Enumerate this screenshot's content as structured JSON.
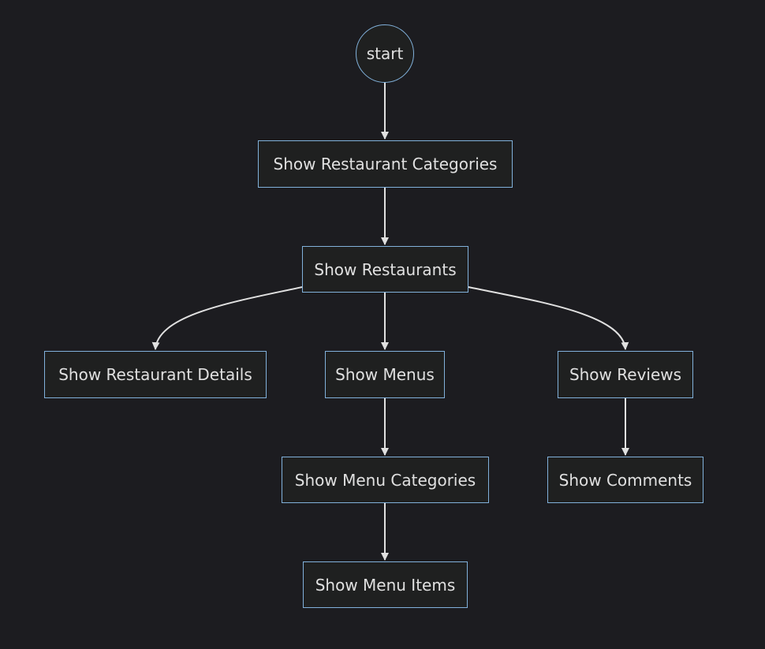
{
  "diagram": {
    "nodes": [
      {
        "id": "start",
        "label": "start"
      },
      {
        "id": "restaurant-categories",
        "label": "Show Restaurant Categories"
      },
      {
        "id": "restaurants",
        "label": "Show Restaurants"
      },
      {
        "id": "restaurant-details",
        "label": "Show Restaurant Details"
      },
      {
        "id": "menus",
        "label": "Show Menus"
      },
      {
        "id": "reviews",
        "label": "Show Reviews"
      },
      {
        "id": "menu-categories",
        "label": "Show Menu Categories"
      },
      {
        "id": "comments",
        "label": "Show Comments"
      },
      {
        "id": "menu-items",
        "label": "Show Menu Items"
      }
    ],
    "edges": [
      {
        "from": "start",
        "to": "restaurant-categories"
      },
      {
        "from": "restaurant-categories",
        "to": "restaurants"
      },
      {
        "from": "restaurants",
        "to": "restaurant-details"
      },
      {
        "from": "restaurants",
        "to": "menus"
      },
      {
        "from": "restaurants",
        "to": "reviews"
      },
      {
        "from": "menus",
        "to": "menu-categories"
      },
      {
        "from": "reviews",
        "to": "comments"
      },
      {
        "from": "menu-categories",
        "to": "menu-items"
      }
    ]
  }
}
